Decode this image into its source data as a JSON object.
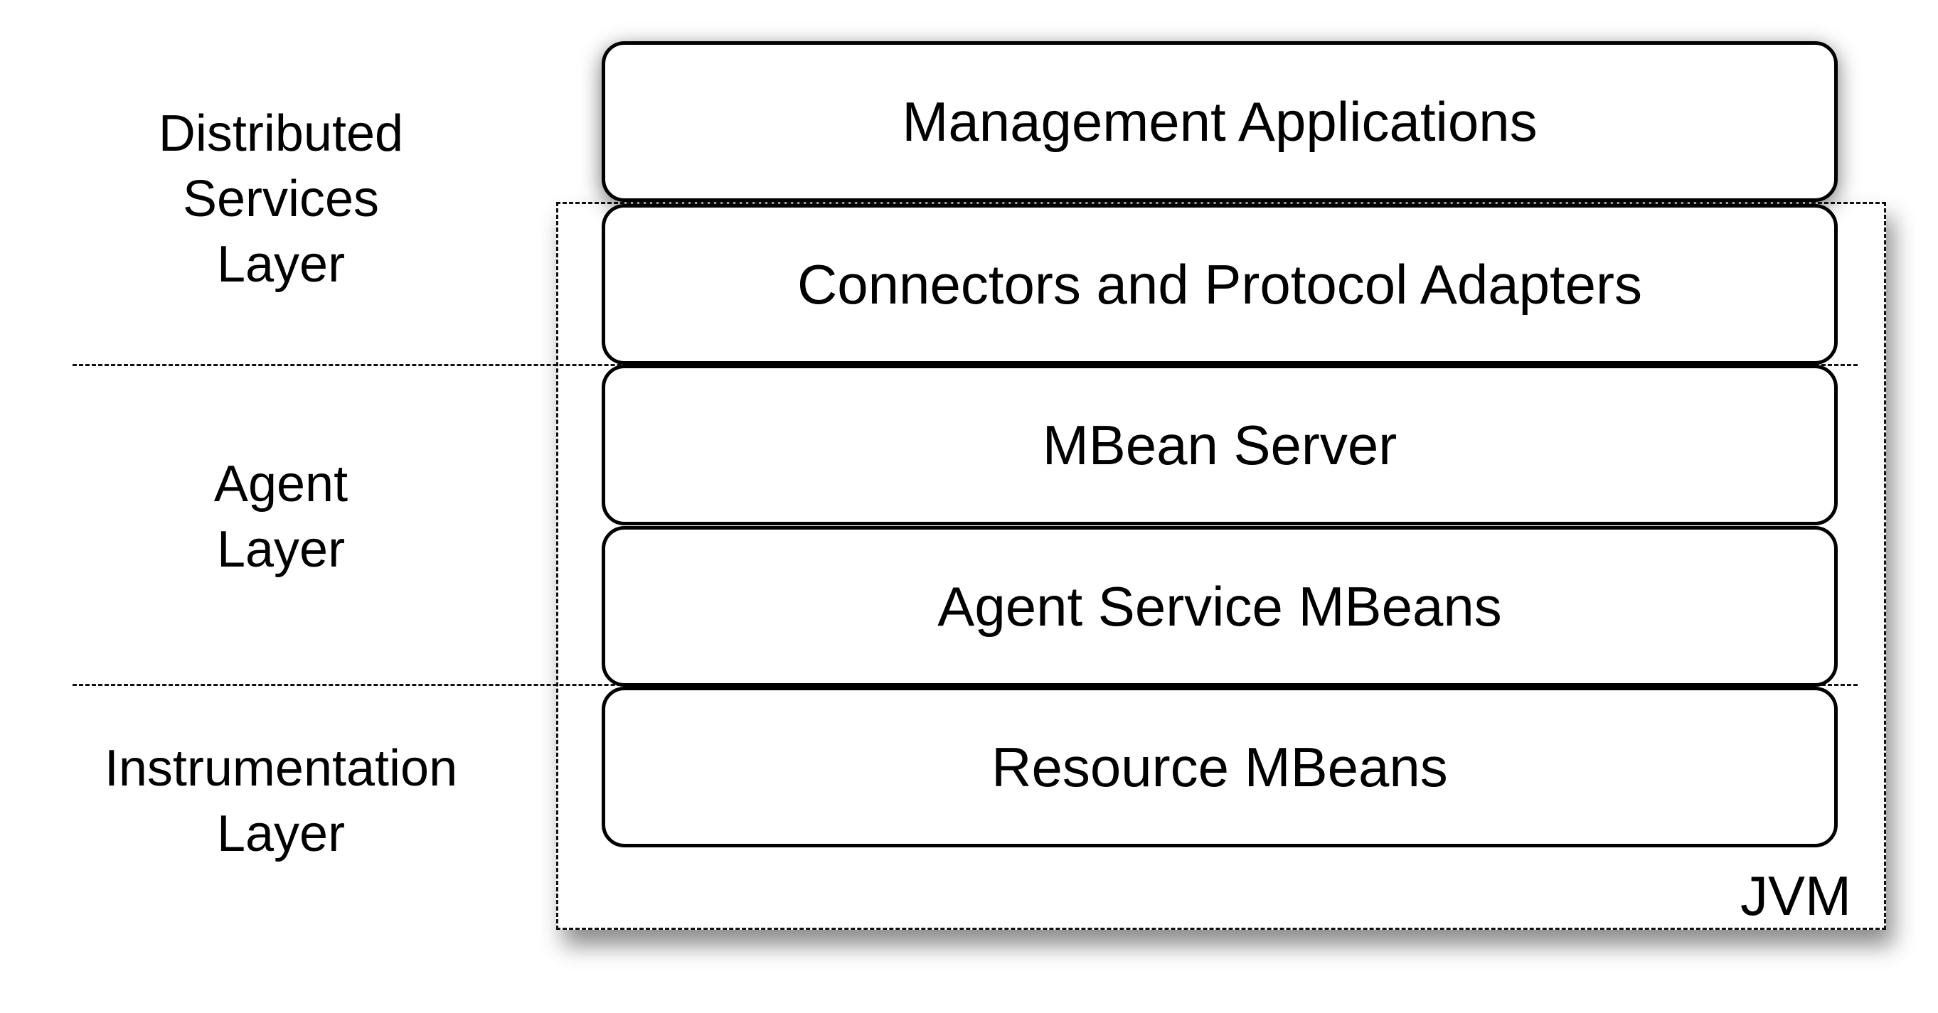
{
  "layers": {
    "distributed": [
      "Distributed",
      "Services",
      "Layer"
    ],
    "agent": [
      "Agent",
      "Layer"
    ],
    "instrumentation": [
      "Instrumentation",
      "Layer"
    ]
  },
  "boxes": {
    "management_applications": "Management Applications",
    "connectors_protocol_adapters": "Connectors and Protocol Adapters",
    "mbean_server": "MBean Server",
    "agent_service_mbeans": "Agent Service MBeans",
    "resource_mbeans": "Resource MBeans"
  },
  "jvm": {
    "label": "JVM"
  },
  "colors": {
    "stroke": "#000000",
    "background": "#ffffff"
  }
}
